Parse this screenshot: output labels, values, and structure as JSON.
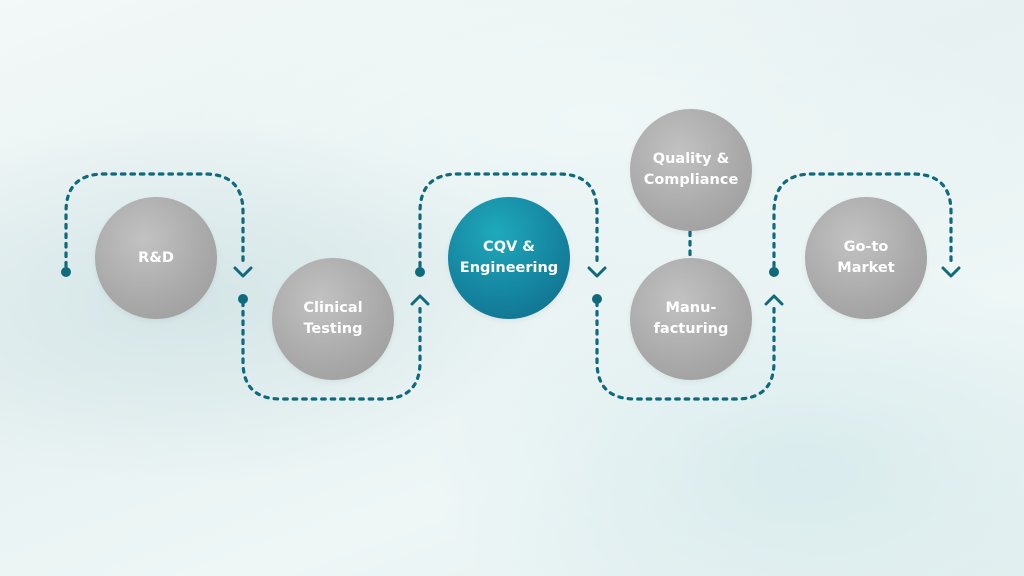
{
  "diagram": {
    "colors": {
      "connector": "#0f6a7c",
      "node_default": "#a9a9a9",
      "node_highlight": "#1586a0",
      "text": "#ffffff"
    },
    "nodes": [
      {
        "id": "rd",
        "label": "R&D",
        "highlight": false
      },
      {
        "id": "clinical",
        "label": "Clinical\nTesting",
        "highlight": false
      },
      {
        "id": "cqv",
        "label": "CQV &\nEngineering",
        "highlight": true
      },
      {
        "id": "quality",
        "label": "Quality &\nCompliance",
        "highlight": false
      },
      {
        "id": "manufacturing",
        "label": "Manu-\nfacturing",
        "highlight": false
      },
      {
        "id": "gotomarket",
        "label": "Go-to\nMarket",
        "highlight": false
      }
    ]
  }
}
